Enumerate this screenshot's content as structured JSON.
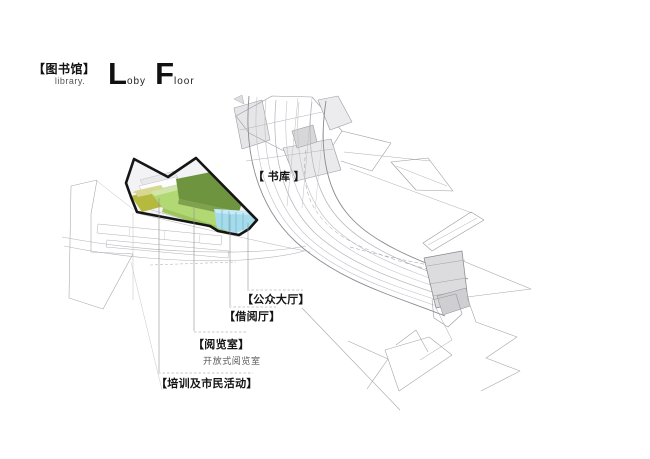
{
  "header": {
    "title_zh": "【图书馆】",
    "title_en": "library.",
    "floor_parts": {
      "big1": "L",
      "small1": "oby",
      "big2": "F",
      "small2": "loor"
    }
  },
  "diagram": {
    "labels": {
      "book_stack": "【 书库 】",
      "public_hall": "【公众大厅】",
      "borrow_hall": "【借阅厅】",
      "reading_room": "【阅览室】",
      "reading_room_sub": "开放式阅览室",
      "training_civic": "【培训及市民活动】"
    },
    "colors": {
      "book_stack_green": "#6E9440",
      "reading_light_green": "#B2D873",
      "training_olive": "#B5BA3F",
      "public_hall_cyan": "#A6DBEB",
      "outline_black": "#151515",
      "wireframe_gray": "#A9A9B0"
    }
  }
}
